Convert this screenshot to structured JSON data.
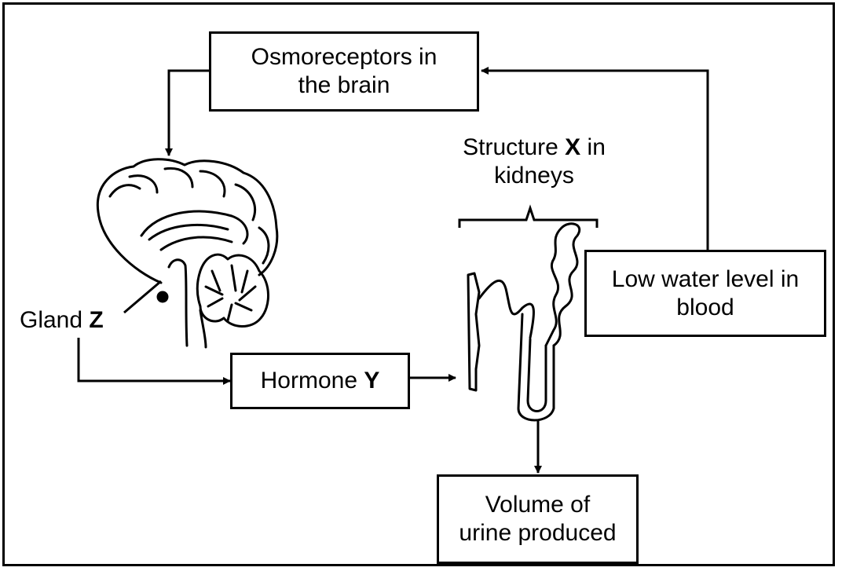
{
  "boxes": {
    "osmoreceptors": {
      "line1": "Osmoreceptors in",
      "line2": "the brain"
    },
    "low_water": {
      "line1": "Low water level in",
      "line2": "blood"
    },
    "hormone": {
      "prefix": "Hormone ",
      "letter": "Y"
    },
    "urine": {
      "line1": "Volume of",
      "line2": "urine produced"
    }
  },
  "labels": {
    "structure": {
      "prefix": "Structure ",
      "letter": "X",
      "suffix": " in",
      "line2": "kidneys"
    },
    "gland": {
      "prefix": "Gland ",
      "letter": "Z"
    }
  },
  "icons": [
    "brain-illustration",
    "nephron-illustration"
  ]
}
